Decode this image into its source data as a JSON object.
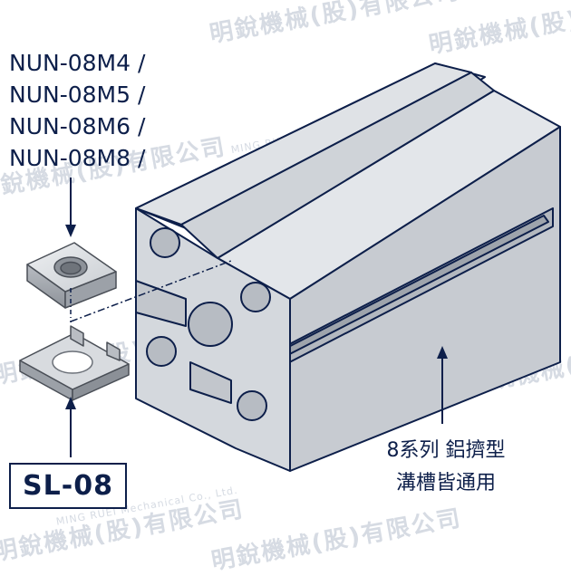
{
  "watermark": {
    "cn": "明銳機械(股)有限公司",
    "en": "MING RUEI Mechanical Co., Ltd."
  },
  "nut_models": [
    "NUN-08M4 /",
    "NUN-08M5 /",
    "NUN-08M6 /",
    "NUN-08M8 /"
  ],
  "spacer_label": "SL-08",
  "caption_lines": [
    "8系列 鋁擠型",
    "溝槽皆通用"
  ],
  "colors": {
    "navy": "#0d1f4a",
    "profile_light": "#e3e6ea",
    "profile_mid": "#c8ccd2",
    "profile_dark": "#aeb3ba",
    "watermark": "#d6dbe3"
  }
}
